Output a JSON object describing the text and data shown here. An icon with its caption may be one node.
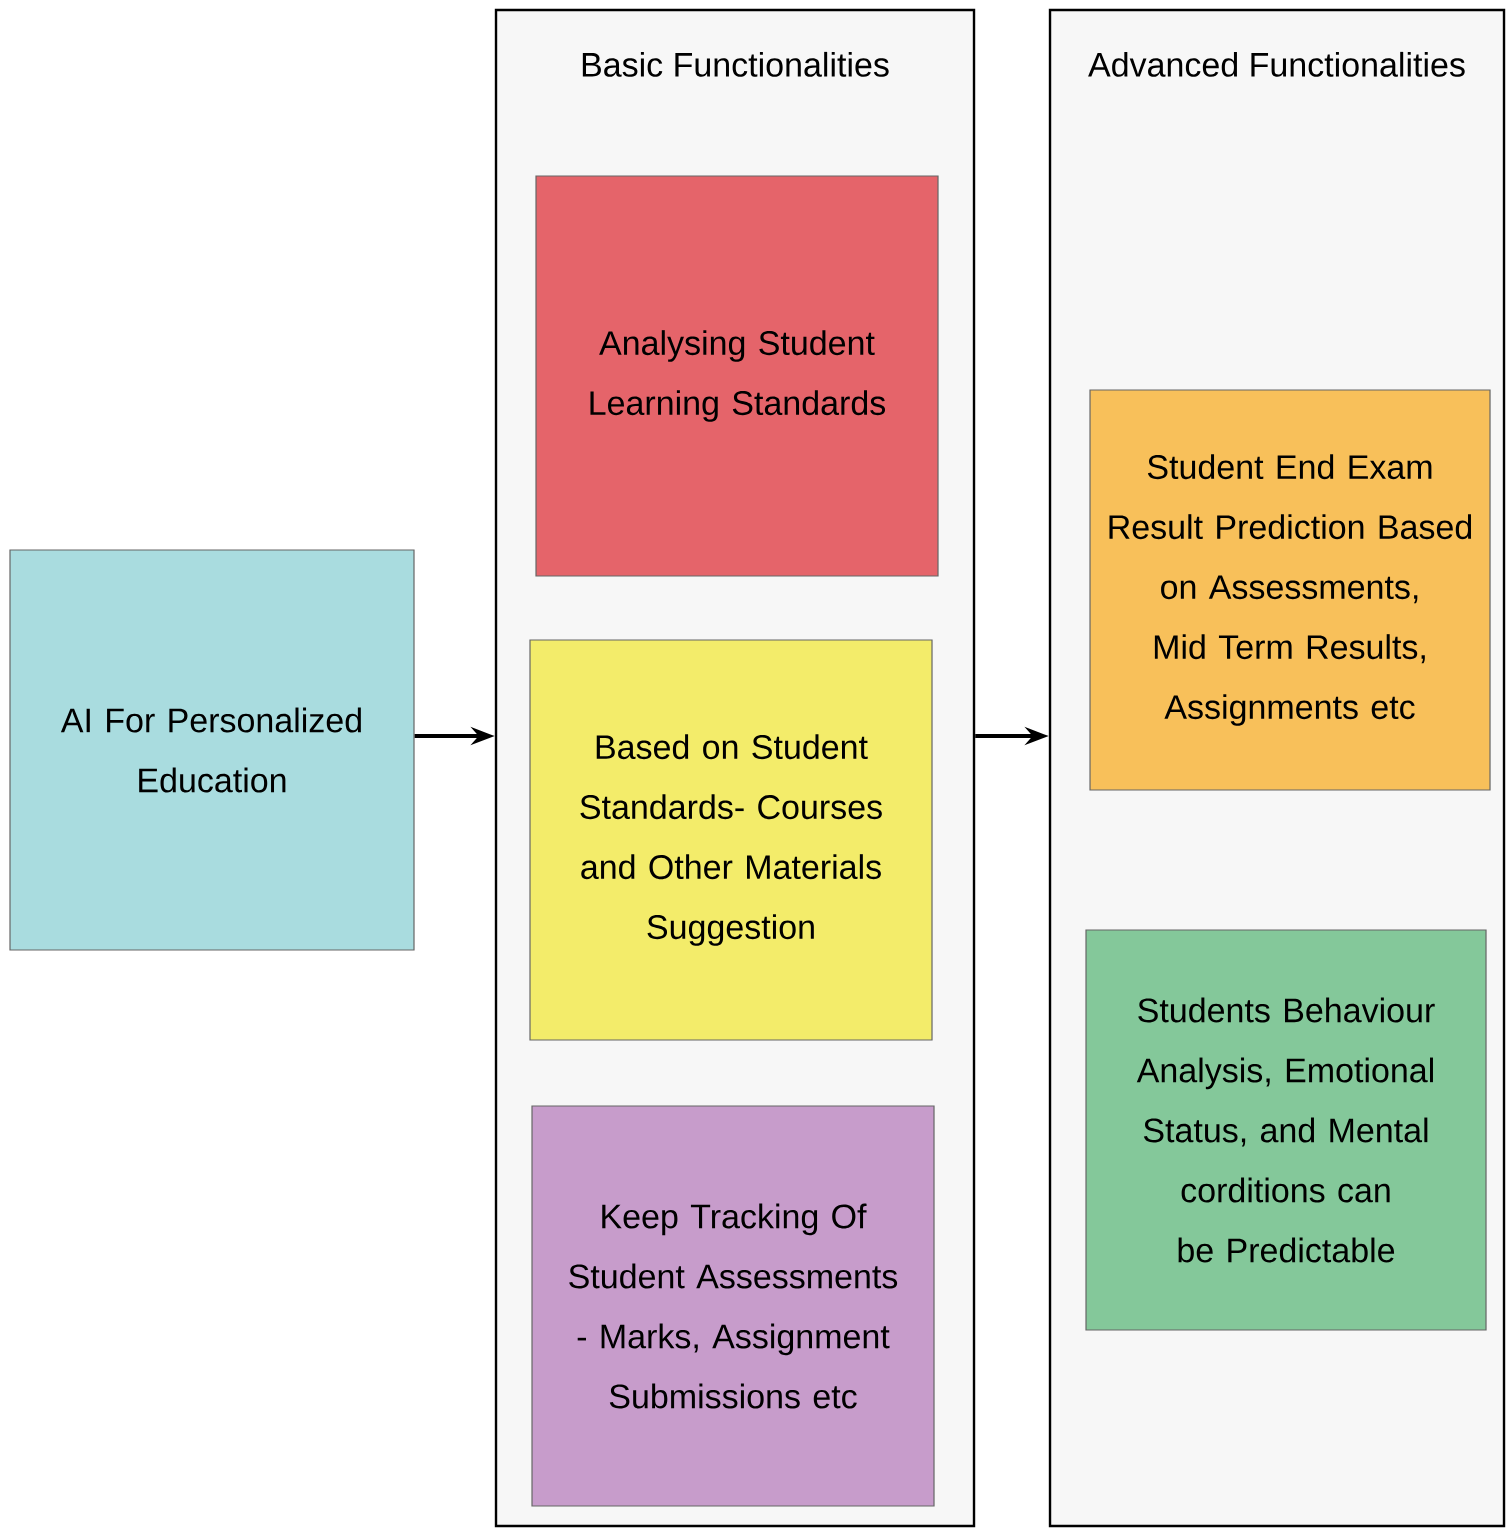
{
  "diagram": {
    "nodes": [
      {
        "text": [
          "AI For Personalized Education"
        ]
      },
      {
        "text": [
          "Basic Functionalities"
        ]
      },
      {
        "text": [
          "Analysing Student Learning Standards"
        ],
        "in": 1
      },
      {
        "text": [
          "Based on Student Standards- Courses and Other Materials Suggestion"
        ],
        "in": 1
      },
      {
        "text": [
          "Keep Tracking Of Student Assessments - Marks, Assignment Submissions etc"
        ],
        "in": 1
      },
      {
        "text": [
          "Advanced Functionalities"
        ]
      },
      {
        "text": [
          "Student End Exam Result Prediction Based on Assessments, Mid Term Results, Assignments etc"
        ],
        "in": 5
      },
      {
        "text": [
          "Students Behaviour Analysis, Emotional Status, and Mental corditions can be Predictable"
        ],
        "in": 5
      }
    ],
    "edges": [
      {
        "from": 0,
        "to": 1,
        "arrow": "to"
      },
      {
        "from": 1,
        "to": 5,
        "arrow": "to"
      }
    ]
  }
}
